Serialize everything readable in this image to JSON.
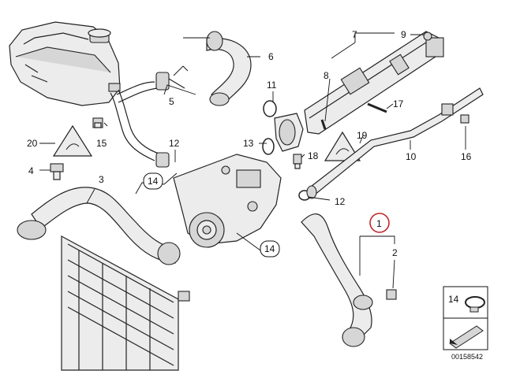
{
  "callouts": {
    "c1": "1",
    "c2": "2",
    "c3": "3",
    "c4": "4",
    "c5": "5",
    "c6": "6",
    "c7": "7",
    "c8": "8",
    "c9": "9",
    "c10": "10",
    "c11": "11",
    "c12a": "12",
    "c12b": "12",
    "c13": "13",
    "c14a": "14",
    "c14b": "14",
    "c15": "15",
    "c16": "16",
    "c17": "17",
    "c18": "18",
    "c19": "19",
    "c20": "20"
  },
  "legend_box": {
    "number": "14"
  },
  "diagram_id": "00158542",
  "highlight_color": "#c0282d",
  "warning_symbol": "hazard-triangle-icon"
}
